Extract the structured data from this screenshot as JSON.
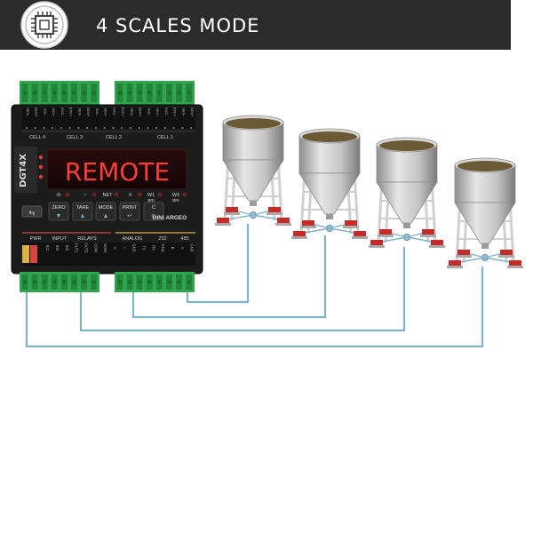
{
  "header": {
    "title": "4 SCALES MODE"
  },
  "device": {
    "model": "DGT4X",
    "brand": "DINI ARGEO",
    "display_text": "REMOTE",
    "top_groups": [
      "CELL 4",
      "CELL 3",
      "CELL 2",
      "CELL 1"
    ],
    "top_pins": [
      "SEN-",
      "SEN+",
      "SIG-",
      "SIG+",
      "EXC-",
      "EXC+",
      "SEN-",
      "SEN+",
      "SIG-",
      "SIG+",
      "EXC-",
      "EXC+",
      "SEN-",
      "SEN+",
      "SIG-",
      "SIG+",
      "EXC-",
      "EXC+",
      "SEN-",
      "SEN+"
    ],
    "indicators": [
      "-0-",
      "~",
      "NET",
      "F",
      "W1 BRI",
      "W2 BRI"
    ],
    "buttons": [
      "ZERO",
      "TARE",
      "MODE",
      "PRINT",
      "C"
    ],
    "bottom_groups": [
      "PWR",
      "INPUT",
      "RELAYS",
      "ANALOG",
      "232",
      "485"
    ],
    "bottom_pins": [
      "+",
      "-",
      "IN1",
      "IN2",
      "IN3",
      "OUT1",
      "OUT2",
      "COM",
      "COM",
      "V",
      "I",
      "GND",
      "TX",
      "RX",
      "GND",
      "B",
      "A",
      "GND"
    ],
    "led_labels": [
      "",
      "",
      ""
    ]
  },
  "colors": {
    "header_bg": "#2b2b2b",
    "cable": "#7fb3c8",
    "terminal_green": "#2fa64b",
    "lcd_red": "#ff3b3b",
    "device_body": "#1c1c1c"
  },
  "scales": {
    "count": 4,
    "icon": "silo-on-load-cells-icon"
  }
}
